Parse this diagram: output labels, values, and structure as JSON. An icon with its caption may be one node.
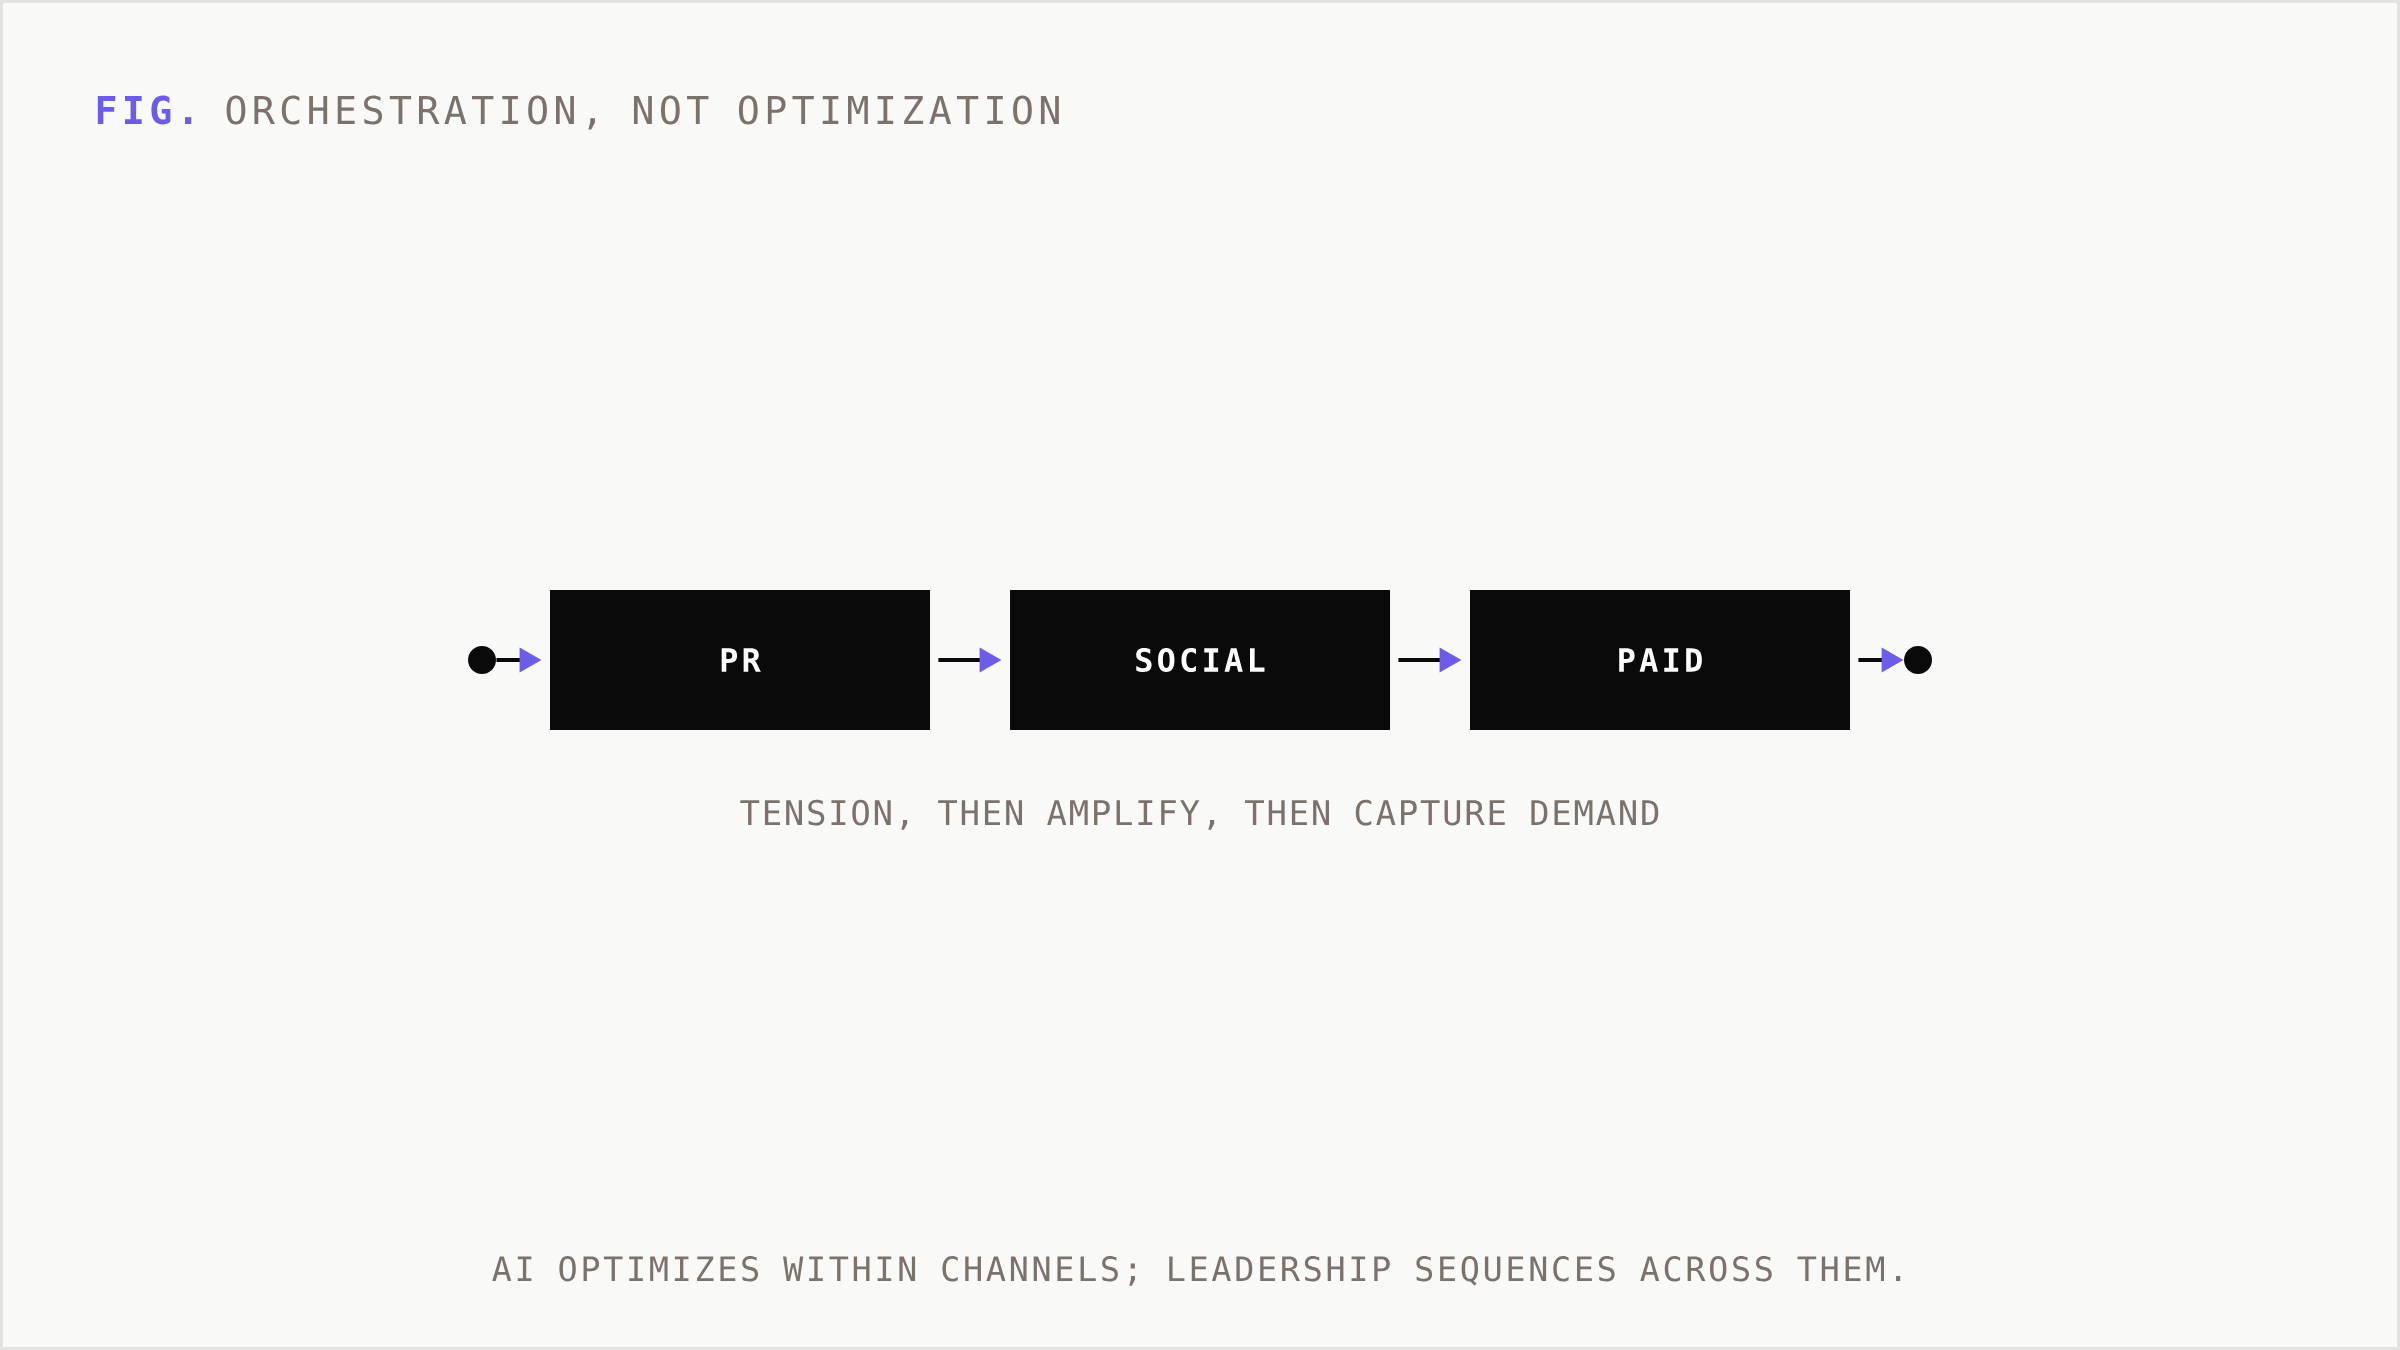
{
  "diagram": {
    "title": "ORCHESTRATION, NOT OPTIMIZATION",
    "caption": "AI OPTIMIZES WITHIN CHANNELS; LEADERSHIP SEQUENCES ACROSS THEM.",
    "nodes": [
      {
        "text": [],
        "shape": "circle"
      },
      {
        "text": [
          "PR"
        ]
      },
      {
        "text": [
          "SOCIAL"
        ]
      },
      {
        "text": [
          "PAID"
        ]
      },
      {
        "text": [],
        "shape": "circle"
      }
    ],
    "edges": [
      {
        "from": 0,
        "to": 1,
        "arrow": "to"
      },
      {
        "from": 1,
        "to": 2,
        "arrow": "to"
      },
      {
        "from": 2,
        "to": 3,
        "arrow": "to"
      },
      {
        "from": 3,
        "to": 4,
        "arrow": "to"
      }
    ],
    "labels": [
      "FIG.",
      "TENSION, THEN AMPLIFY, THEN CAPTURE DEMAND"
    ]
  }
}
